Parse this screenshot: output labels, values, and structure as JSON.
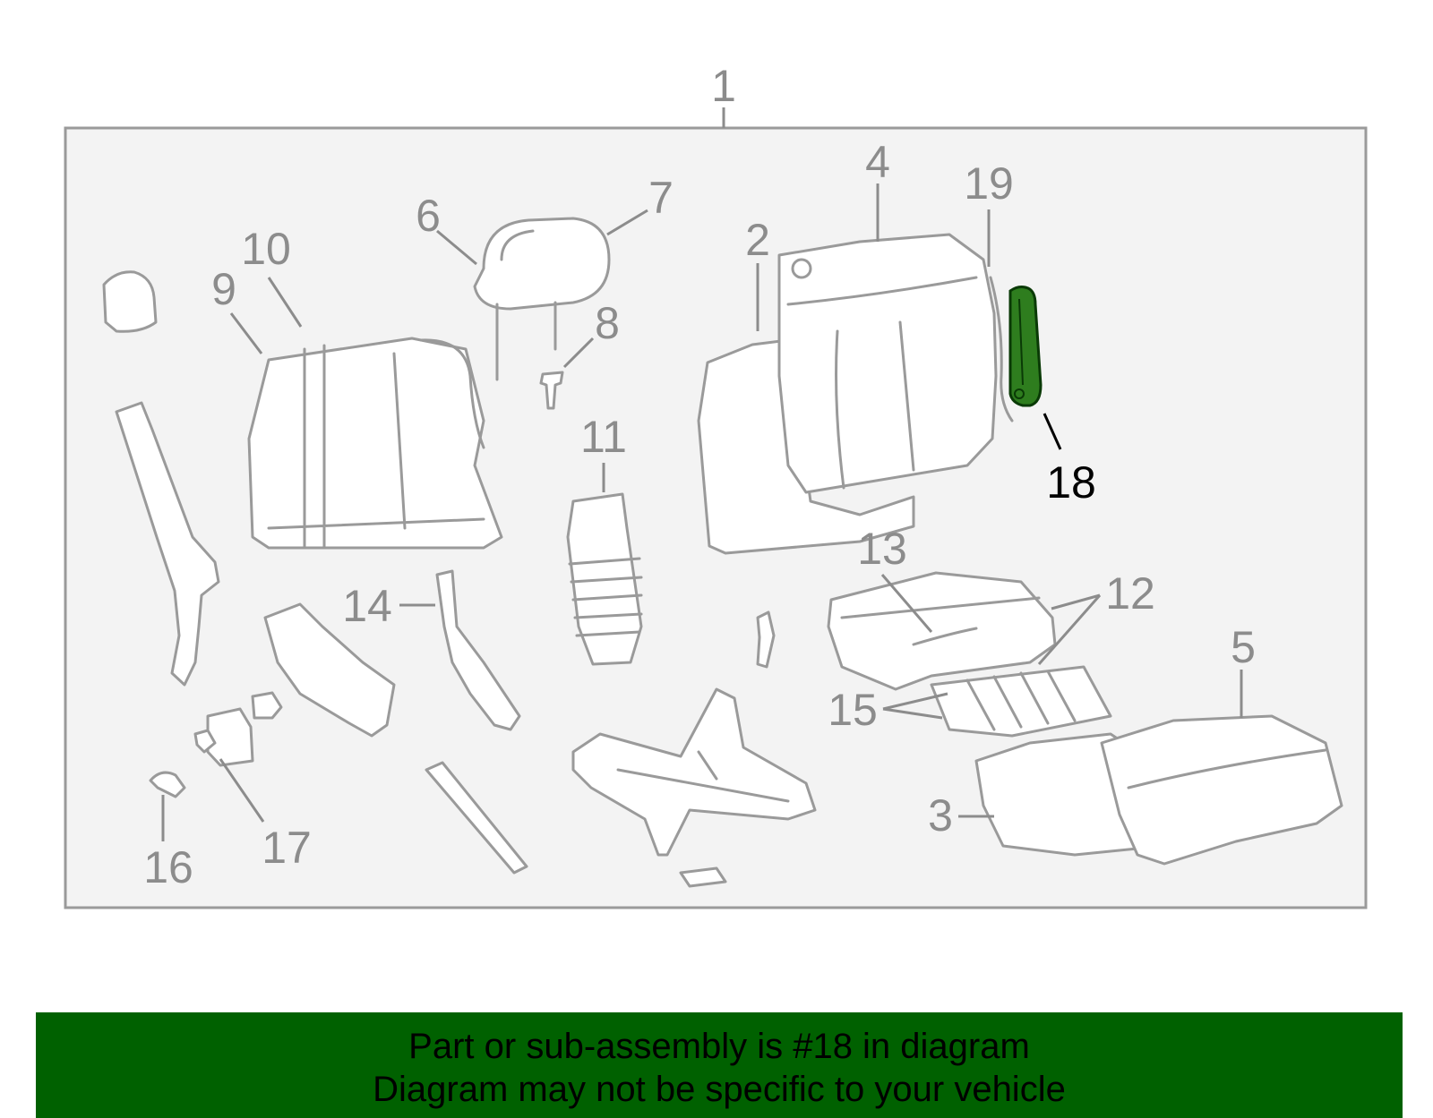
{
  "diagram": {
    "highlight_color": "#2e7d1e",
    "highlighted_part": "18",
    "callouts": [
      "1",
      "2",
      "3",
      "4",
      "5",
      "6",
      "7",
      "8",
      "9",
      "10",
      "11",
      "12",
      "13",
      "14",
      "15",
      "16",
      "17",
      "18",
      "19"
    ]
  },
  "banner": {
    "background": "#006100",
    "line1": "Part or sub-assembly is #18 in diagram",
    "line2": "Diagram may not be specific to your vehicle"
  }
}
